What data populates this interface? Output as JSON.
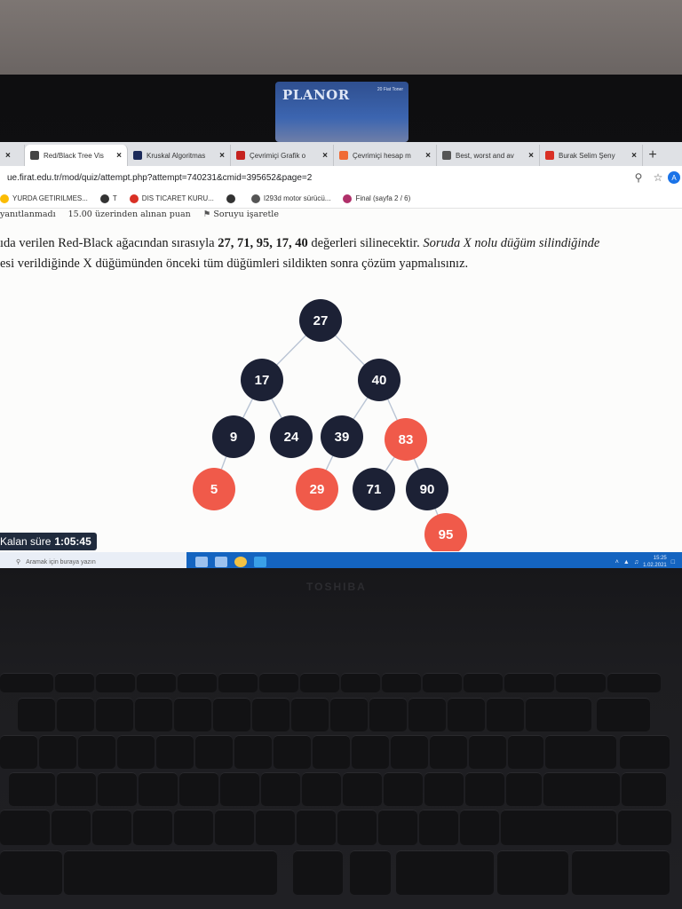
{
  "sticker": {
    "brand": "PLANOR",
    "small_text": "20 Fiat Toner"
  },
  "laptop": {
    "brand": "TOSHIBA"
  },
  "browser": {
    "tabs": [
      {
        "label": "",
        "icon": "page-icon",
        "color": "#5f6368"
      },
      {
        "label": "Red/Black Tree Vis",
        "icon": "globe-icon",
        "color": "#444"
      },
      {
        "label": "Kruskal Algoritmas",
        "icon": "site-icon",
        "color": "#1b2a5a"
      },
      {
        "label": "Çevrimiçi Grafik o",
        "icon": "mail-icon",
        "color": "#c5221f"
      },
      {
        "label": "Çevrimiçi hesap m",
        "icon": "p-icon",
        "color": "#f06a35"
      },
      {
        "label": "Best, worst and av",
        "icon": "wikipedia-icon",
        "color": "#555"
      },
      {
        "label": "Burak Selim Şeny",
        "icon": "pen-icon",
        "color": "#d93025"
      }
    ],
    "active_tab_index": 1,
    "new_tab_symbol": "+",
    "url": "ue.firat.edu.tr/mod/quiz/attempt.php?attempt=740231&cmid=395652&page=2",
    "bookmarks": [
      {
        "label": "YURDA GETIRILMES...",
        "icon": "star-icon",
        "color": "#fbbc04"
      },
      {
        "label": "T",
        "icon": "globe-icon",
        "color": "#333"
      },
      {
        "label": "DIS TICARET KURU...",
        "icon": "no-icon",
        "color": "#d93025"
      },
      {
        "label": "",
        "icon": "globe-icon",
        "color": "#333"
      },
      {
        "label": "I293d motor sürücü...",
        "icon": "motor-icon",
        "color": "#555"
      },
      {
        "label": "Final (sayfa 2 / 6)",
        "icon": "circle-icon",
        "color": "#b0306a"
      }
    ]
  },
  "quiz": {
    "status": "yanıtlanmadı",
    "points": "15.00 üzerinden alınan puan",
    "flag_label": "Soruyu işaretle",
    "question_line1_a": "ıda verilen Red-Black ağacından sırasıyla ",
    "question_line1_values": "27, 71, 95, 17, 40",
    "question_line1_b": " değerleri silinecektir. ",
    "question_line1_c": "Soruda X nolu düğüm silindiğinde",
    "question_line2": "esi verildiğinde X düğümünden önceki tüm düğümleri sildikten sonra çözüm yapmalısınız.",
    "timer_label": "Kalan süre",
    "timer_value": "1:05:45"
  },
  "tree": {
    "colors": {
      "black": "#1c2135",
      "red": "#f05a4a"
    },
    "nodes": [
      {
        "value": "27",
        "color": "black"
      },
      {
        "value": "17",
        "color": "black"
      },
      {
        "value": "40",
        "color": "black"
      },
      {
        "value": "9",
        "color": "black"
      },
      {
        "value": "24",
        "color": "black"
      },
      {
        "value": "39",
        "color": "black"
      },
      {
        "value": "83",
        "color": "red"
      },
      {
        "value": "5",
        "color": "red"
      },
      {
        "value": "29",
        "color": "red"
      },
      {
        "value": "71",
        "color": "black"
      },
      {
        "value": "90",
        "color": "black"
      },
      {
        "value": "95",
        "color": "red"
      }
    ],
    "edges": [
      [
        0,
        1
      ],
      [
        0,
        2
      ],
      [
        1,
        3
      ],
      [
        1,
        4
      ],
      [
        2,
        5
      ],
      [
        2,
        6
      ],
      [
        3,
        7
      ],
      [
        5,
        8
      ],
      [
        6,
        9
      ],
      [
        6,
        10
      ],
      [
        10,
        11
      ]
    ]
  },
  "taskbar": {
    "search_placeholder": "Aramak için buraya yazın",
    "time": "15:25",
    "date": "1.02.2021"
  }
}
